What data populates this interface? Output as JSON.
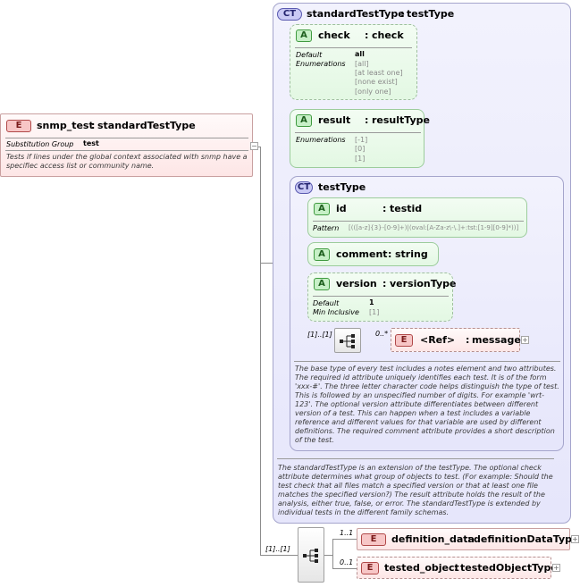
{
  "root": {
    "badge": "E",
    "name": "snmp_test",
    "type": "standardTestType",
    "sub_group_key": "Substitution Group",
    "sub_group_value": "test",
    "doc": "Tests if lines under the global context associated with snmp have a specifiec access list or community name."
  },
  "standard_ct": {
    "badge": "CT",
    "name": "standardTestType",
    "base": "testType",
    "doc": "The standardTestType is an extension of the testType.  The optional check attribute determines what group of objects to test.  (For example: Should the test check that all files match a specified version or that at least one file matches the specified version?)  The result attribute  holds the result of the analysis, either true, false, or error.  The standardTestType is extended by individual tests in the different family schemas."
  },
  "check_attr": {
    "badge": "A",
    "name": "check",
    "type": "check",
    "default_key": "Default",
    "default_value": "all",
    "enum_key": "Enumerations",
    "enums": [
      "[all]",
      "[at least one]",
      "[none exist]",
      "[only one]"
    ]
  },
  "result_attr": {
    "badge": "A",
    "name": "result",
    "type": "resultType",
    "enum_key": "Enumerations",
    "enums": [
      "[-1]",
      "[0]",
      "[1]"
    ]
  },
  "test_ct": {
    "badge": "CT",
    "name": "testType",
    "doc": "The base type of every test includes a notes element and two attributes. The required id attribute uniquely identifies each test.  It is of the form 'xxx-#'.  The three letter character code helps distinguish the type of test.  This is followed by an unspecified number of digits.  For example 'wrt-123'.  The optional version attribute differentiates between different version of a test.  This can happen when a test includes a variable reference and different values for that variable are used by different definitions.  The required comment attribute provides a short description of the test."
  },
  "id_attr": {
    "badge": "A",
    "name": "id",
    "type": "testid",
    "pattern_key": "Pattern",
    "pattern_value": "[(([a-z]{3}-[0-9]+)|(oval:[A-Za-z\\-\\.]+:tst:[1-9][0-9]*))]"
  },
  "comment_attr": {
    "badge": "A",
    "name": "comment",
    "type": "string"
  },
  "version_attr": {
    "badge": "A",
    "name": "version",
    "type": "versionType",
    "default_key": "Default",
    "default_value": "1",
    "min_key": "Min Inclusive",
    "min_value": "[1]"
  },
  "inner_seq": {
    "mult": "[1]..[1]"
  },
  "message_ref": {
    "badge": "E",
    "name": "<Ref>",
    "type": "message",
    "mult": "0..*"
  },
  "outer_seq": {
    "mult": "[1]..[1]"
  },
  "definition_data": {
    "badge": "E",
    "name": "definition_data",
    "type": "definitionDataType",
    "mult": "1..1"
  },
  "tested_object": {
    "badge": "E",
    "name": "tested_object",
    "type": "testedObjectType",
    "mult": "0..1"
  }
}
